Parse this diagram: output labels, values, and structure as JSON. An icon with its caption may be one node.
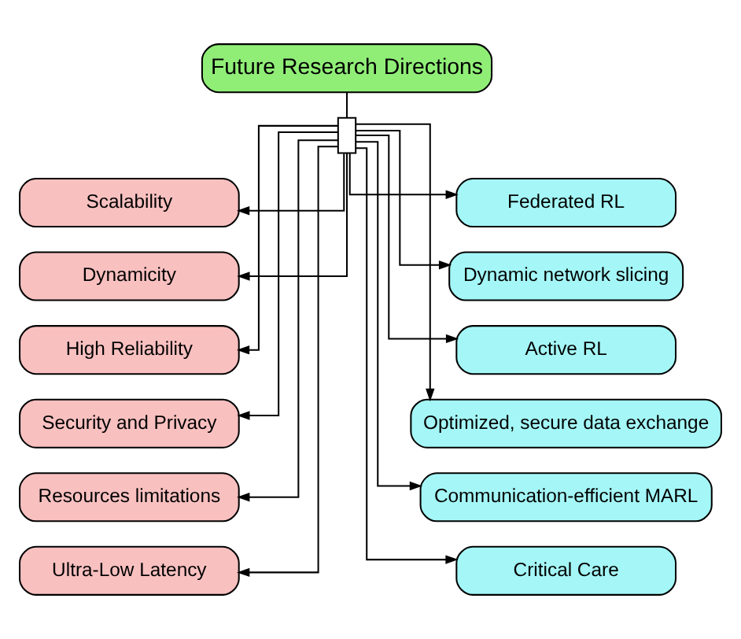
{
  "diagram": {
    "nodes": [
      {
        "text": [
          "Future Research Directions"
        ]
      },
      {
        "text": [],
        "shape": "bar"
      },
      {
        "text": [
          "Scalability"
        ]
      },
      {
        "text": [
          "Dynamicity"
        ]
      },
      {
        "text": [
          "High Reliability"
        ]
      },
      {
        "text": [
          "Security and Privacy"
        ]
      },
      {
        "text": [
          "Resources limitations"
        ]
      },
      {
        "text": [
          "Ultra-Low Latency"
        ]
      },
      {
        "text": [
          "Federated RL"
        ]
      },
      {
        "text": [
          "Dynamic network slicing"
        ]
      },
      {
        "text": [
          "Active RL"
        ]
      },
      {
        "text": [
          "Optimized, secure data exchange"
        ]
      },
      {
        "text": [
          "Communication-efficient MARL"
        ]
      },
      {
        "text": [
          "Critical Care"
        ]
      }
    ],
    "edges": [
      {
        "from": 0,
        "to": 1,
        "arrow": "none"
      },
      {
        "from": 1,
        "to": 2,
        "arrow": "to"
      },
      {
        "from": 1,
        "to": 3,
        "arrow": "to"
      },
      {
        "from": 1,
        "to": 4,
        "arrow": "to"
      },
      {
        "from": 1,
        "to": 5,
        "arrow": "to"
      },
      {
        "from": 1,
        "to": 6,
        "arrow": "to"
      },
      {
        "from": 1,
        "to": 7,
        "arrow": "to"
      },
      {
        "from": 1,
        "to": 8,
        "arrow": "to"
      },
      {
        "from": 1,
        "to": 9,
        "arrow": "to"
      },
      {
        "from": 1,
        "to": 10,
        "arrow": "to"
      },
      {
        "from": 1,
        "to": 11,
        "arrow": "to"
      },
      {
        "from": 1,
        "to": 12,
        "arrow": "to"
      },
      {
        "from": 1,
        "to": 13,
        "arrow": "to"
      }
    ]
  }
}
